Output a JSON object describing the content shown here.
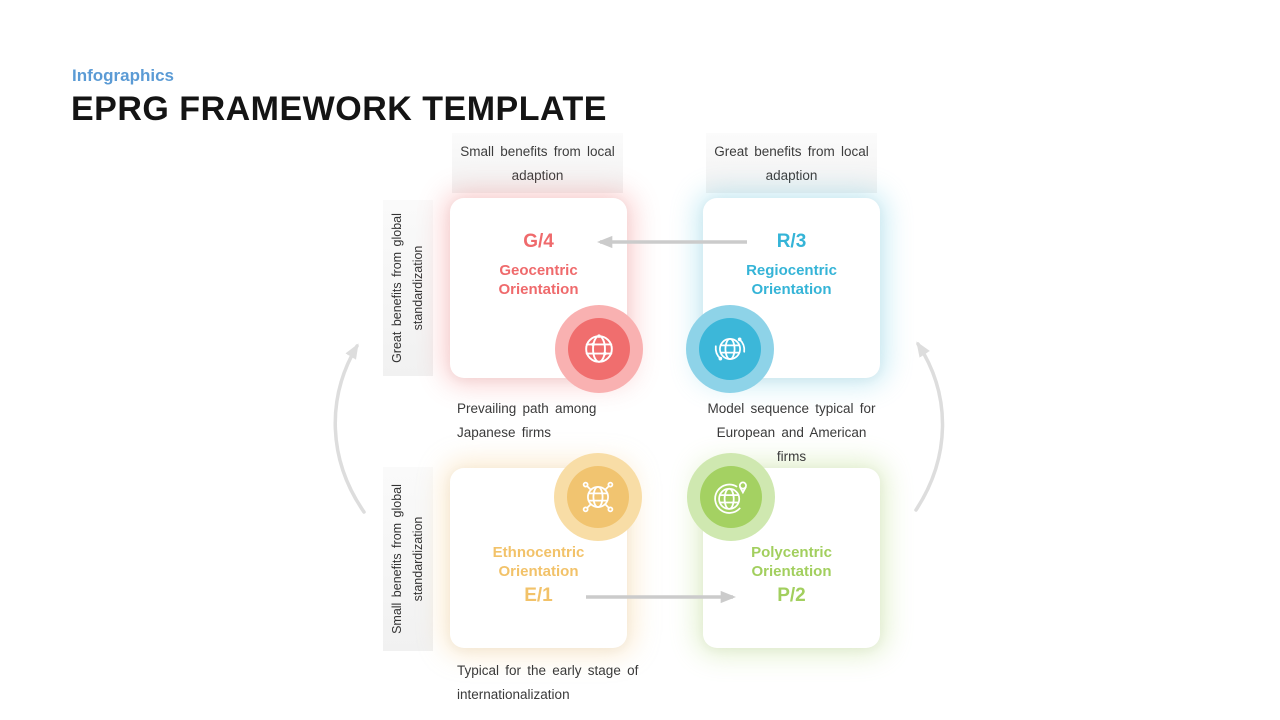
{
  "header": {
    "eyebrow": "Infographics",
    "title": "EPRG FRAMEWORK TEMPLATE"
  },
  "top_labels": {
    "left_line1": "Small benefits from local",
    "left_line2": "adaption",
    "right_line1": "Great benefits from local",
    "right_line2": "adaption"
  },
  "side_labels": {
    "top_line1": "Great benefits from global",
    "top_line2": "standardization",
    "bottom_line1": "Small benefits from global",
    "bottom_line2": "standardization"
  },
  "quadrants": {
    "geocentric": {
      "code": "G/4",
      "name_line1": "Geocentric",
      "name_line2": "Orientation",
      "color": "#ef6a6c",
      "icon": "globe-grid-icon"
    },
    "regiocentric": {
      "code": "R/3",
      "name_line1": "Regiocentric",
      "name_line2": "Orientation",
      "color": "#35b4d7",
      "icon": "globe-orbit-icon"
    },
    "ethnocentric": {
      "code": "E/1",
      "name_line1": "Ethnocentric",
      "name_line2": "Orientation",
      "color": "#f2c269",
      "icon": "globe-network-icon"
    },
    "polycentric": {
      "code": "P/2",
      "name_line1": "Polycentric",
      "name_line2": "Orientation",
      "color": "#a2cf5e",
      "icon": "globe-pin-icon"
    }
  },
  "captions": {
    "left_line1": "Prevailing path among",
    "left_line2": "Japanese firms",
    "right_line1": "Model sequence typical for",
    "right_line2": "European and American firms",
    "bottom_line1": "Typical for the early stage of",
    "bottom_line2": "internationalization"
  },
  "colors": {
    "eyebrow_blue": "#5b9bd5",
    "title_black": "#141414",
    "caption_text": "#3a3a3a",
    "arrow_gray": "#cbcbcb",
    "curve_gray": "#dddddd",
    "geocentric_inner": "#f06e6e",
    "geocentric_outer": "#f9b1b1",
    "regiocentric_inner": "#3cb7d9",
    "regiocentric_outer": "#8ed3e8",
    "ethnocentric_inner": "#f1c470",
    "ethnocentric_outer": "#f8dda6",
    "polycentric_inner": "#a4d162",
    "polycentric_outer": "#cfe8b0"
  }
}
